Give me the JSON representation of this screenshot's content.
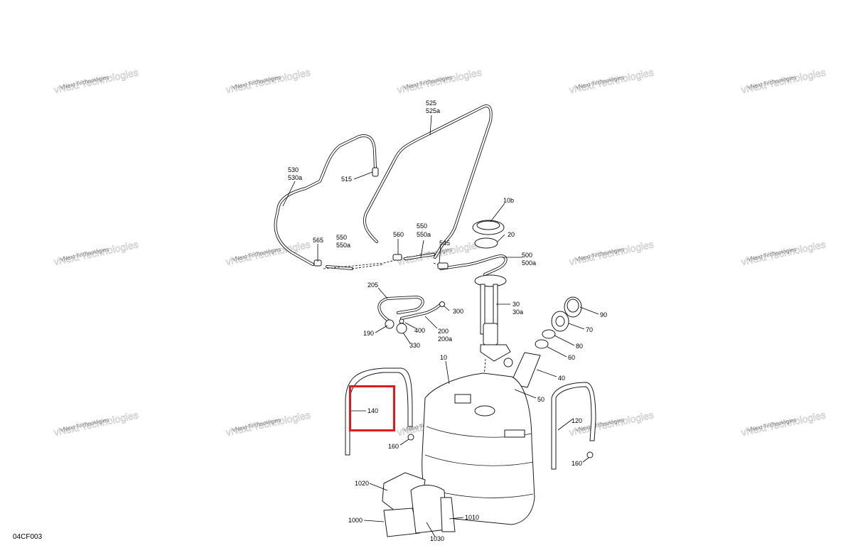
{
  "diagram": {
    "code": "04CF003",
    "watermark": {
      "line1": "vNext Technologies",
      "line2": "vNext Technologies"
    },
    "callouts": {
      "c10": "10",
      "c10b": "10b",
      "c20": "20",
      "c30": "30",
      "c30a": "30a",
      "c40": "40",
      "c50": "50",
      "c60": "60",
      "c70": "70",
      "c80": "80",
      "c90": "90",
      "c120": "120",
      "c140": "140",
      "c160a": "160",
      "c160b": "160",
      "c190": "190",
      "c200": "200",
      "c200a": "200a",
      "c205": "205",
      "c300": "300",
      "c330": "330",
      "c400": "400",
      "c500": "500",
      "c500a": "500a",
      "c515": "515",
      "c525": "525",
      "c525a": "525a",
      "c530": "530",
      "c530a": "530a",
      "c545": "545",
      "c550a1": "550",
      "c550a2": "550a",
      "c550b1": "550",
      "c550b2": "550a",
      "c560": "560",
      "c565": "565",
      "c1000": "1000",
      "c1010": "1010",
      "c1020": "1020",
      "c1030": "1030"
    },
    "highlight": {
      "part": "140",
      "color": "#e01b1b"
    }
  }
}
